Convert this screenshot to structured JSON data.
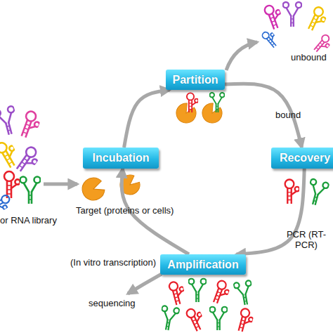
{
  "diagram": {
    "nodes": [
      {
        "text": [
          "Incubation"
        ]
      },
      {
        "text": [
          "Partition"
        ]
      },
      {
        "text": [
          "Recovery"
        ]
      },
      {
        "text": [
          "Amplification"
        ]
      }
    ],
    "edges": [
      {
        "from": 0,
        "to": 1,
        "arrow": "to"
      },
      {
        "from": 1,
        "to": 2,
        "label": "bound",
        "arrow": "to"
      },
      {
        "from": 2,
        "to": 3,
        "label": "PCR (RT-PCR)",
        "arrow": "to"
      },
      {
        "from": 3,
        "to": 0,
        "label": "(In vitro transcription)",
        "arrow": "to"
      }
    ],
    "labels": [
      "or RNA library",
      "Target (proteins or cells)",
      "unbound",
      "sequencing"
    ]
  }
}
